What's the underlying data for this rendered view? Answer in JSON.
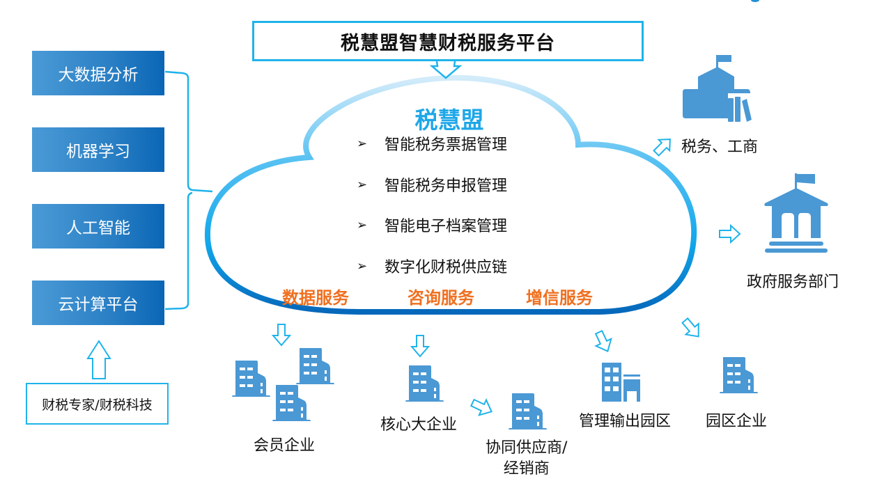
{
  "title": "税慧盟智慧财税服务平台",
  "brand": "税慧盟",
  "tech_stack": [
    "大数据分析",
    "机器学习",
    "人工智能",
    "云计算平台"
  ],
  "expert_box": "财税专家/财税科技",
  "features": [
    "智能税务票据管理",
    "智能税务申报管理",
    "智能电子档案管理",
    "数字化财税供应链"
  ],
  "feature_bullet": "➢",
  "services": [
    "数据服务",
    "咨询服务",
    "增信服务"
  ],
  "targets": {
    "tax": "税务、工商",
    "gov": "政府服务部门",
    "members": "会员企业",
    "core": "核心大企业",
    "supplier_line1": "协同供应商/",
    "supplier_line2": "经销商",
    "park_mgmt": "管理输出园区",
    "park_enterprise": "园区企业"
  },
  "colors": {
    "accent": "#1fb3ea",
    "icon_blue": "#4a98d4",
    "service_orange": "#f07020",
    "box_blue_dark": "#0a66b6",
    "box_blue_light": "#4a9ad6"
  }
}
